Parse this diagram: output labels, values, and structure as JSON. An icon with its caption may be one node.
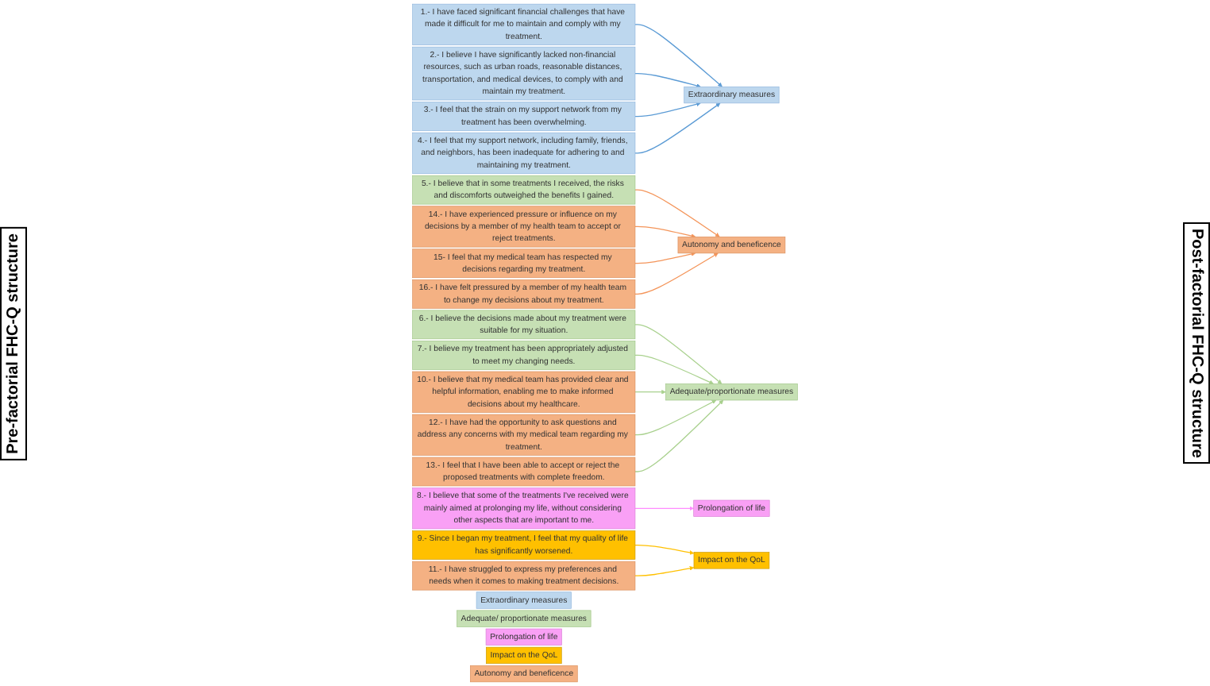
{
  "diagram": {
    "nodes": [
      {
        "text": [
          "1.- I have faced significant financial challenges that have made it difficult for me to maintain and comply with my treatment."
        ]
      },
      {
        "text": [
          "2.- I believe I have significantly lacked non-financial resources, such as urban roads, reasonable distances, transportation, and medical devices, to comply with and maintain my treatment."
        ]
      },
      {
        "text": [
          "3.- I feel that the strain on my support network from my treatment has been overwhelming."
        ]
      },
      {
        "text": [
          "4.- I feel that my support network, including family, friends, and neighbors, has been inadequate for adhering to and maintaining my treatment."
        ]
      },
      {
        "text": [
          "5.- I believe that in some treatments I received, the risks and discomforts outweighed the benefits I gained."
        ]
      },
      {
        "text": [
          "6.- I believe the decisions made about my treatment were suitable for my situation."
        ]
      },
      {
        "text": [
          "7.- I believe my treatment has been appropriately adjusted to meet my changing needs."
        ]
      },
      {
        "text": [
          "8.- I believe that some of the treatments I've received were mainly aimed at prolonging my life, without considering other aspects that are important to me."
        ]
      },
      {
        "text": [
          "9.- Since I began my treatment, I feel that my quality of life has significantly worsened."
        ]
      },
      {
        "text": [
          "10.- I believe that my medical team has provided clear and helpful information, enabling me to make informed decisions about my healthcare."
        ]
      },
      {
        "text": [
          "11.- I have struggled to express my preferences and needs when it comes to making treatment decisions."
        ]
      },
      {
        "text": [
          "12.- I have had the opportunity to ask questions and address any concerns with my medical team regarding my treatment."
        ]
      },
      {
        "text": [
          "13.- I feel that I have been able to accept or reject the proposed treatments with complete freedom."
        ]
      },
      {
        "text": [
          "14.- I have experienced pressure or influence on my decisions by a member of my health team to accept or reject treatments."
        ]
      },
      {
        "text": [
          "15- I feel that my medical team has respected my decisions regarding my treatment."
        ]
      },
      {
        "text": [
          "16.- I have felt pressured by a member of my health team to change my decisions about my treatment."
        ]
      },
      {
        "text": [
          "Extraordinary measures"
        ]
      },
      {
        "text": [
          "Adequate/ proportionate measures"
        ]
      },
      {
        "text": [
          "Prolongation of life"
        ]
      },
      {
        "text": [
          "Impact on the QoL"
        ]
      },
      {
        "text": [
          "Autonomy and beneficence"
        ]
      },
      {
        "text": [
          "Extraordinary measures"
        ]
      },
      {
        "text": [
          "Adequate/proportionate measures"
        ]
      },
      {
        "text": [
          "Prolongation of life"
        ]
      },
      {
        "text": [
          "Impact on the QoL"
        ]
      },
      {
        "text": [
          "Autonomy and beneficence"
        ]
      }
    ],
    "edges": [
      {
        "from": 0,
        "to": 21,
        "arrow": "to",
        "color": "#5b9bd5"
      },
      {
        "from": 1,
        "to": 21,
        "arrow": "to",
        "color": "#5b9bd5"
      },
      {
        "from": 2,
        "to": 21,
        "arrow": "to",
        "color": "#5b9bd5"
      },
      {
        "from": 3,
        "to": 21,
        "arrow": "to",
        "color": "#5b9bd5"
      },
      {
        "from": 4,
        "to": 25,
        "arrow": "to",
        "color": "#f4955a"
      },
      {
        "from": 5,
        "to": 22,
        "arrow": "to",
        "color": "#a9d18e"
      },
      {
        "from": 6,
        "to": 22,
        "arrow": "to",
        "color": "#a9d18e"
      },
      {
        "from": 7,
        "to": 23,
        "arrow": "to",
        "color": "#ff8cff"
      },
      {
        "from": 8,
        "to": 24,
        "arrow": "to",
        "color": "#ffc000"
      },
      {
        "from": 9,
        "to": 22,
        "arrow": "to",
        "color": "#a9d18e"
      },
      {
        "from": 10,
        "to": 24,
        "arrow": "to",
        "color": "#ffc000"
      },
      {
        "from": 11,
        "to": 22,
        "arrow": "to",
        "color": "#a9d18e"
      },
      {
        "from": 12,
        "to": 22,
        "arrow": "to",
        "color": "#a9d18e"
      },
      {
        "from": 13,
        "to": 25,
        "arrow": "to",
        "color": "#f4955a"
      },
      {
        "from": 14,
        "to": 25,
        "arrow": "to",
        "color": "#f4955a"
      },
      {
        "from": 15,
        "to": 25,
        "arrow": "to",
        "color": "#f4955a"
      }
    ],
    "labels": [
      "Pre-factorial FHC-Q structure",
      "Post-factorial FHC-Q structure"
    ]
  }
}
